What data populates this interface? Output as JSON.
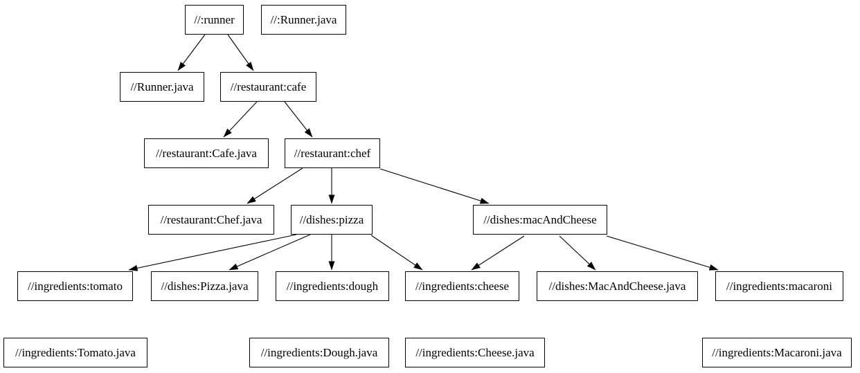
{
  "diagram": {
    "type": "dependency-graph",
    "background_color": "#ffffff",
    "node_fill_color": "#ffffff",
    "node_border_color": "#000000",
    "edge_color": "#000000",
    "nodes": [
      {
        "id": "runner",
        "label": "//:runner"
      },
      {
        "id": "runner_java_root",
        "label": "//:Runner.java"
      },
      {
        "id": "runner_java",
        "label": "//Runner.java"
      },
      {
        "id": "cafe",
        "label": "//restaurant:cafe"
      },
      {
        "id": "cafe_java",
        "label": "//restaurant:Cafe.java"
      },
      {
        "id": "chef",
        "label": "//restaurant:chef"
      },
      {
        "id": "chef_java",
        "label": "//restaurant:Chef.java"
      },
      {
        "id": "pizza",
        "label": "//dishes:pizza"
      },
      {
        "id": "mac_and_cheese",
        "label": "//dishes:macAndCheese"
      },
      {
        "id": "tomato",
        "label": "//ingredients:tomato"
      },
      {
        "id": "pizza_java",
        "label": "//dishes:Pizza.java"
      },
      {
        "id": "dough",
        "label": "//ingredients:dough"
      },
      {
        "id": "cheese",
        "label": "//ingredients:cheese"
      },
      {
        "id": "mac_and_cheese_java",
        "label": "//dishes:MacAndCheese.java"
      },
      {
        "id": "macaroni",
        "label": "//ingredients:macaroni"
      },
      {
        "id": "tomato_java",
        "label": "//ingredients:Tomato.java"
      },
      {
        "id": "dough_java",
        "label": "//ingredients:Dough.java"
      },
      {
        "id": "cheese_java",
        "label": "//ingredients:Cheese.java"
      },
      {
        "id": "macaroni_java",
        "label": "//ingredients:Macaroni.java"
      }
    ],
    "edges": [
      {
        "from": "runner",
        "to": "runner_java"
      },
      {
        "from": "runner",
        "to": "cafe"
      },
      {
        "from": "cafe",
        "to": "cafe_java"
      },
      {
        "from": "cafe",
        "to": "chef"
      },
      {
        "from": "chef",
        "to": "chef_java"
      },
      {
        "from": "chef",
        "to": "pizza"
      },
      {
        "from": "chef",
        "to": "mac_and_cheese"
      },
      {
        "from": "pizza",
        "to": "tomato"
      },
      {
        "from": "pizza",
        "to": "pizza_java"
      },
      {
        "from": "pizza",
        "to": "dough"
      },
      {
        "from": "pizza",
        "to": "cheese"
      },
      {
        "from": "mac_and_cheese",
        "to": "cheese"
      },
      {
        "from": "mac_and_cheese",
        "to": "mac_and_cheese_java"
      },
      {
        "from": "mac_and_cheese",
        "to": "macaroni"
      }
    ]
  }
}
